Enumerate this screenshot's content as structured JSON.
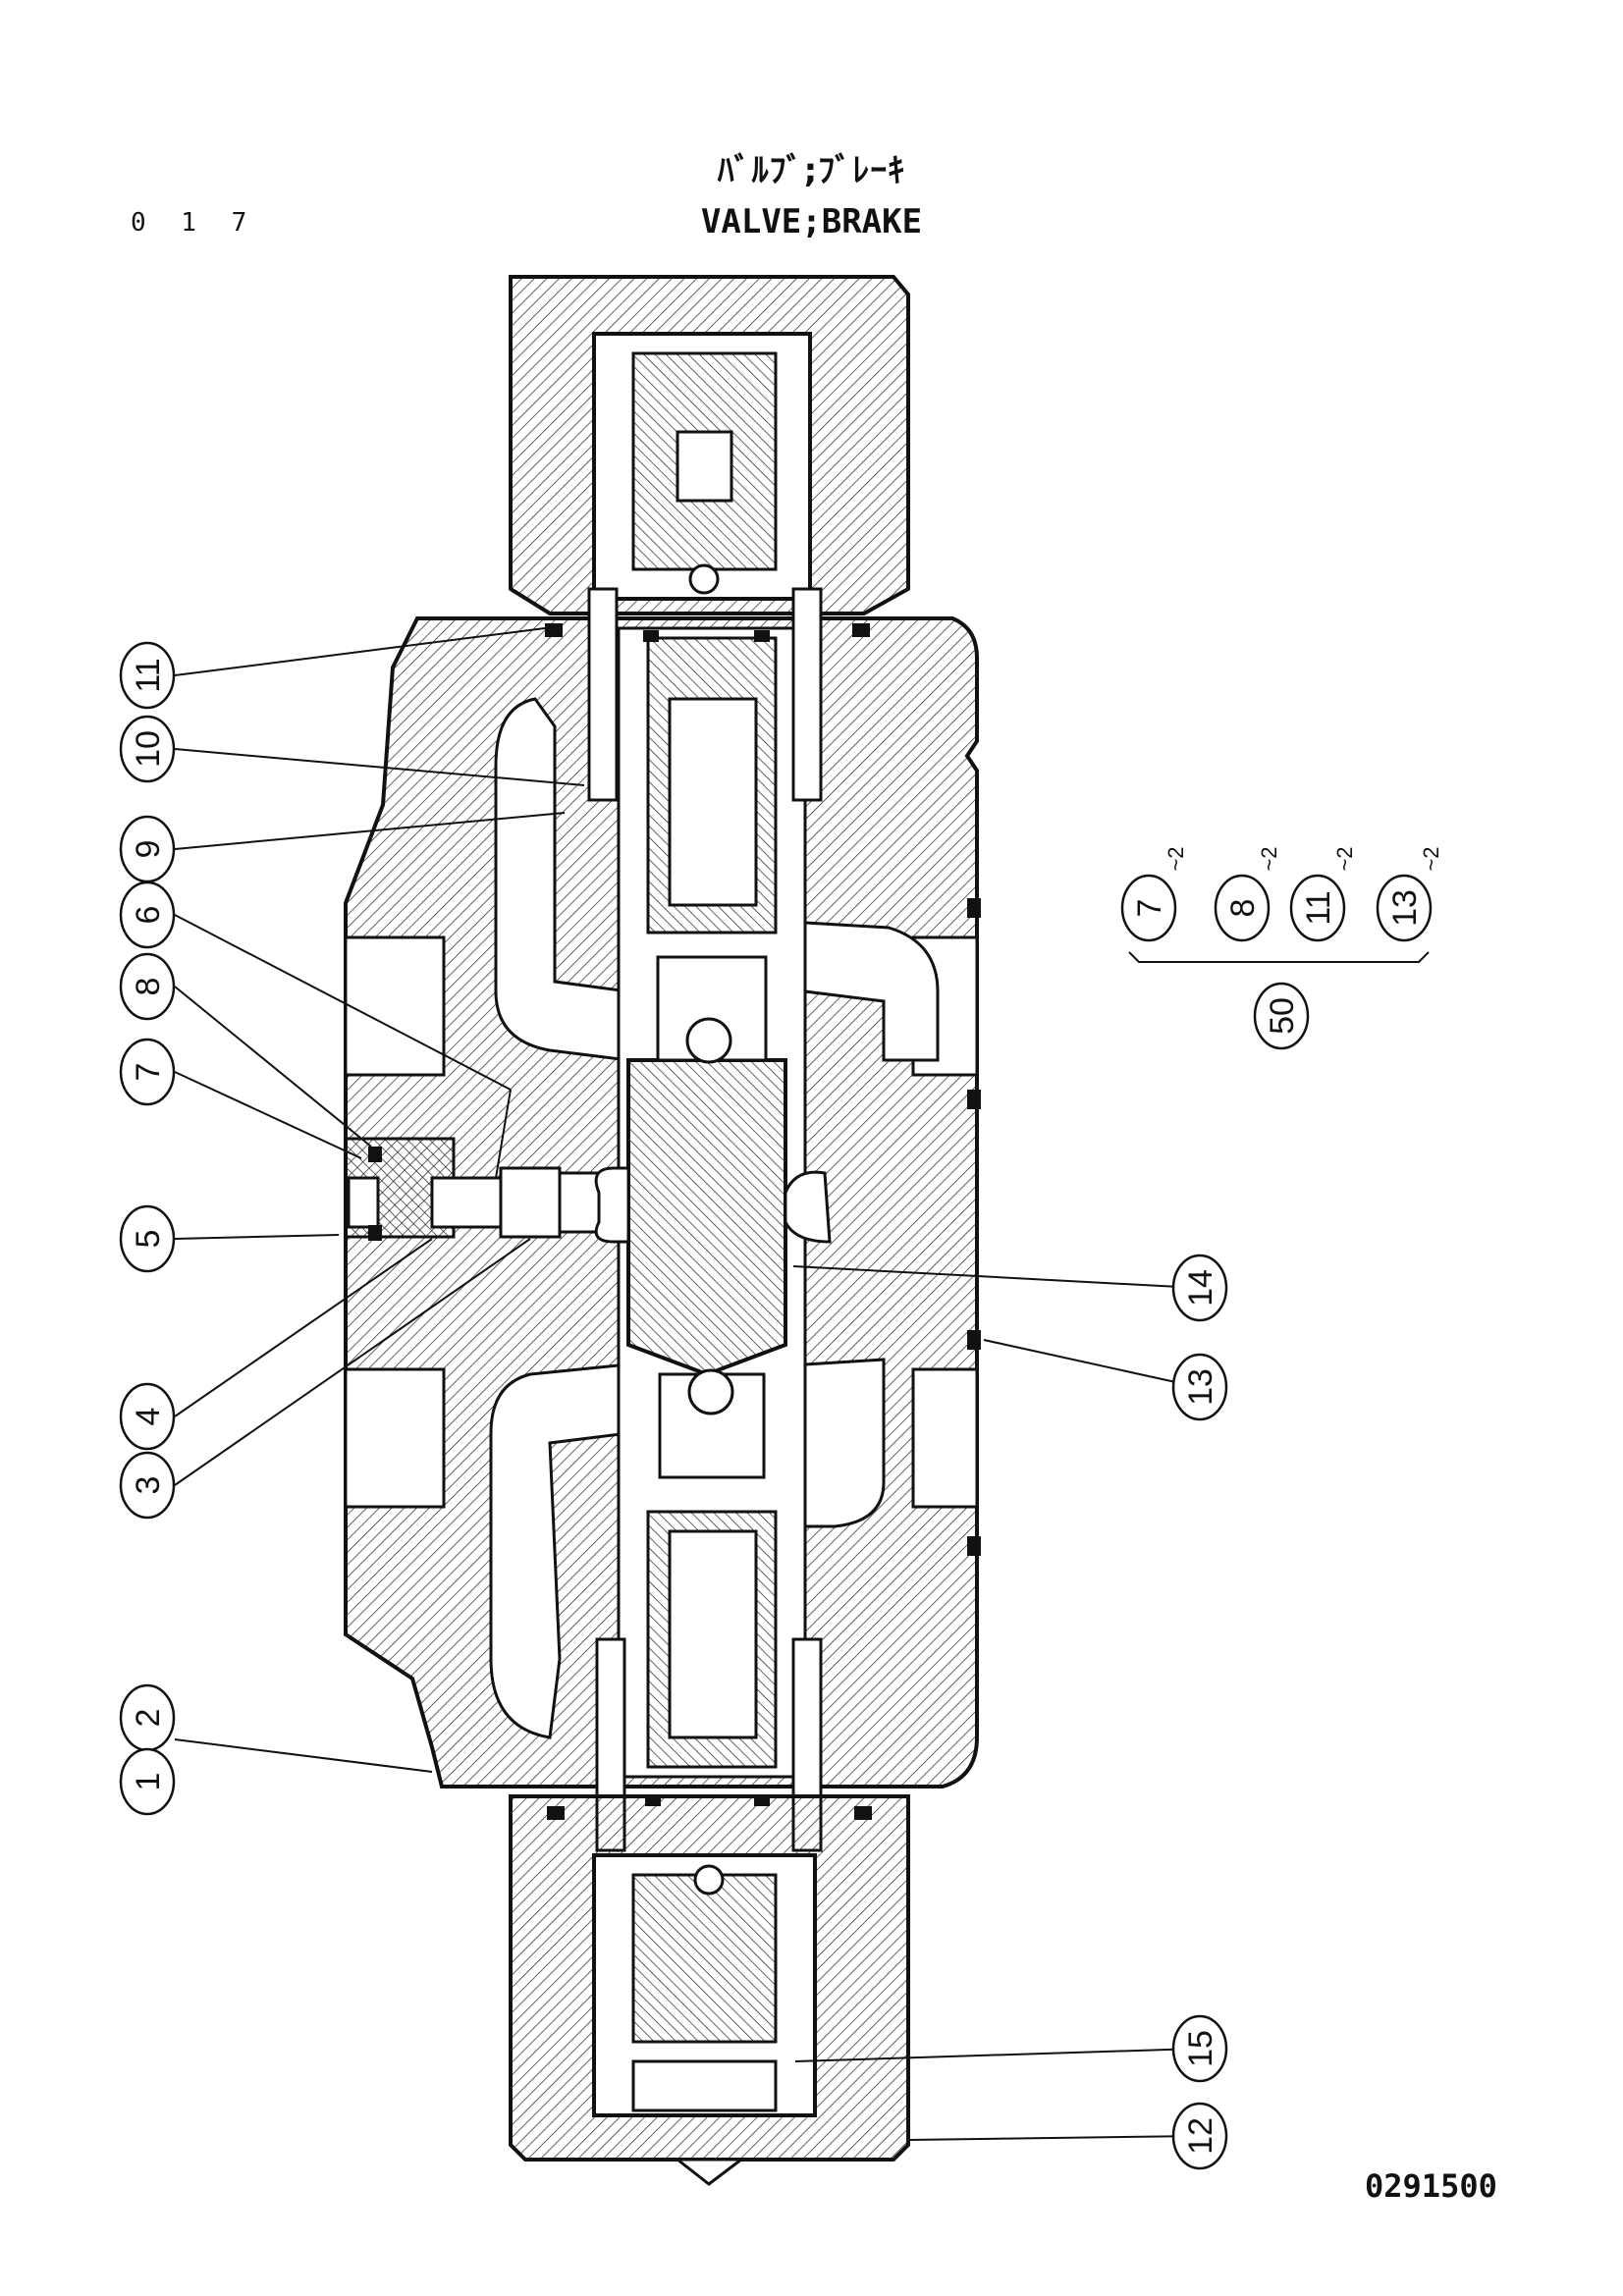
{
  "page_number": "0 1 7",
  "title_jp": "ﾊﾞﾙﾌﾞ;ﾌﾞﾚｰｷ",
  "title_en": "VALVE;BRAKE",
  "drawing_number": "0291500",
  "callouts": [
    {
      "id": "c11",
      "label": "11"
    },
    {
      "id": "c10",
      "label": "10"
    },
    {
      "id": "c9",
      "label": "9"
    },
    {
      "id": "c6",
      "label": "6"
    },
    {
      "id": "c8",
      "label": "8"
    },
    {
      "id": "c7",
      "label": "7"
    },
    {
      "id": "c5",
      "label": "5"
    },
    {
      "id": "c4",
      "label": "4"
    },
    {
      "id": "c3",
      "label": "3"
    },
    {
      "id": "c12a",
      "label": "2"
    },
    {
      "id": "c1",
      "label": "1"
    },
    {
      "id": "c14",
      "label": "14"
    },
    {
      "id": "c13",
      "label": "13"
    },
    {
      "id": "c15",
      "label": "15"
    },
    {
      "id": "c12",
      "label": "12"
    }
  ],
  "kit": {
    "items": [
      {
        "label": "7",
        "qty": "~2"
      },
      {
        "label": "8",
        "qty": "~2"
      },
      {
        "label": "11",
        "qty": "~2"
      },
      {
        "label": "13",
        "qty": "~2"
      }
    ],
    "assembly": "50"
  }
}
